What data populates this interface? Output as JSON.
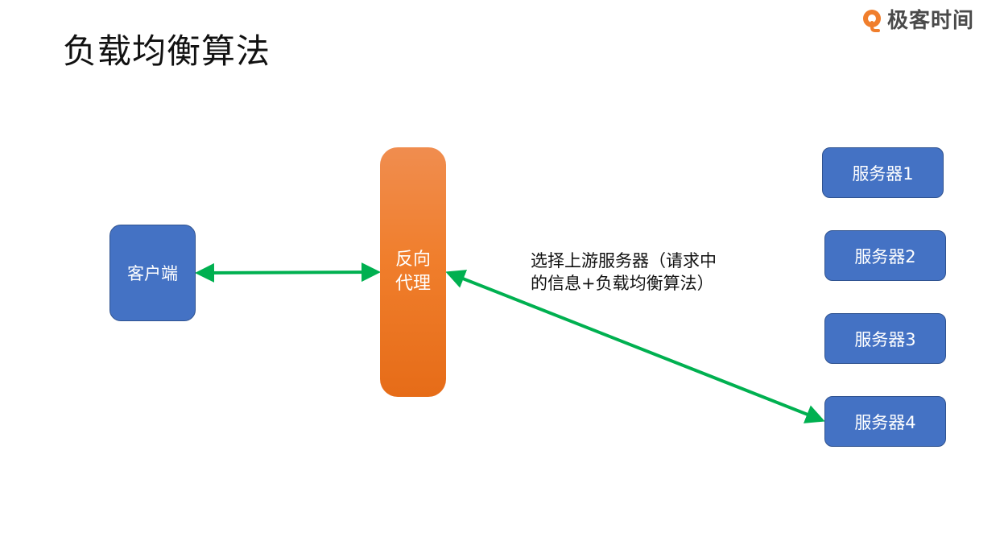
{
  "slide": {
    "title": "负载均衡算法",
    "logo_text": "极客时间",
    "colors": {
      "node_blue": "#4472c4",
      "proxy_orange": "#f07e2c",
      "arrow_green": "#00b050",
      "logo_orange": "#f07e2c"
    }
  },
  "diagram": {
    "client": {
      "label": "客户端"
    },
    "proxy": {
      "line1": "反向",
      "line2": "代理"
    },
    "servers": [
      {
        "label": "服务器1"
      },
      {
        "label": "服务器2"
      },
      {
        "label": "服务器3"
      },
      {
        "label": "服务器4"
      }
    ],
    "annotation": {
      "line1": "选择上游服务器（请求中",
      "line2": "的信息+负载均衡算法）"
    },
    "edges": [
      {
        "from": "客户端",
        "to": "反向代理",
        "type": "bidirectional-arrow"
      },
      {
        "from": "反向代理",
        "to": "服务器4",
        "type": "bidirectional-arrow"
      }
    ]
  }
}
